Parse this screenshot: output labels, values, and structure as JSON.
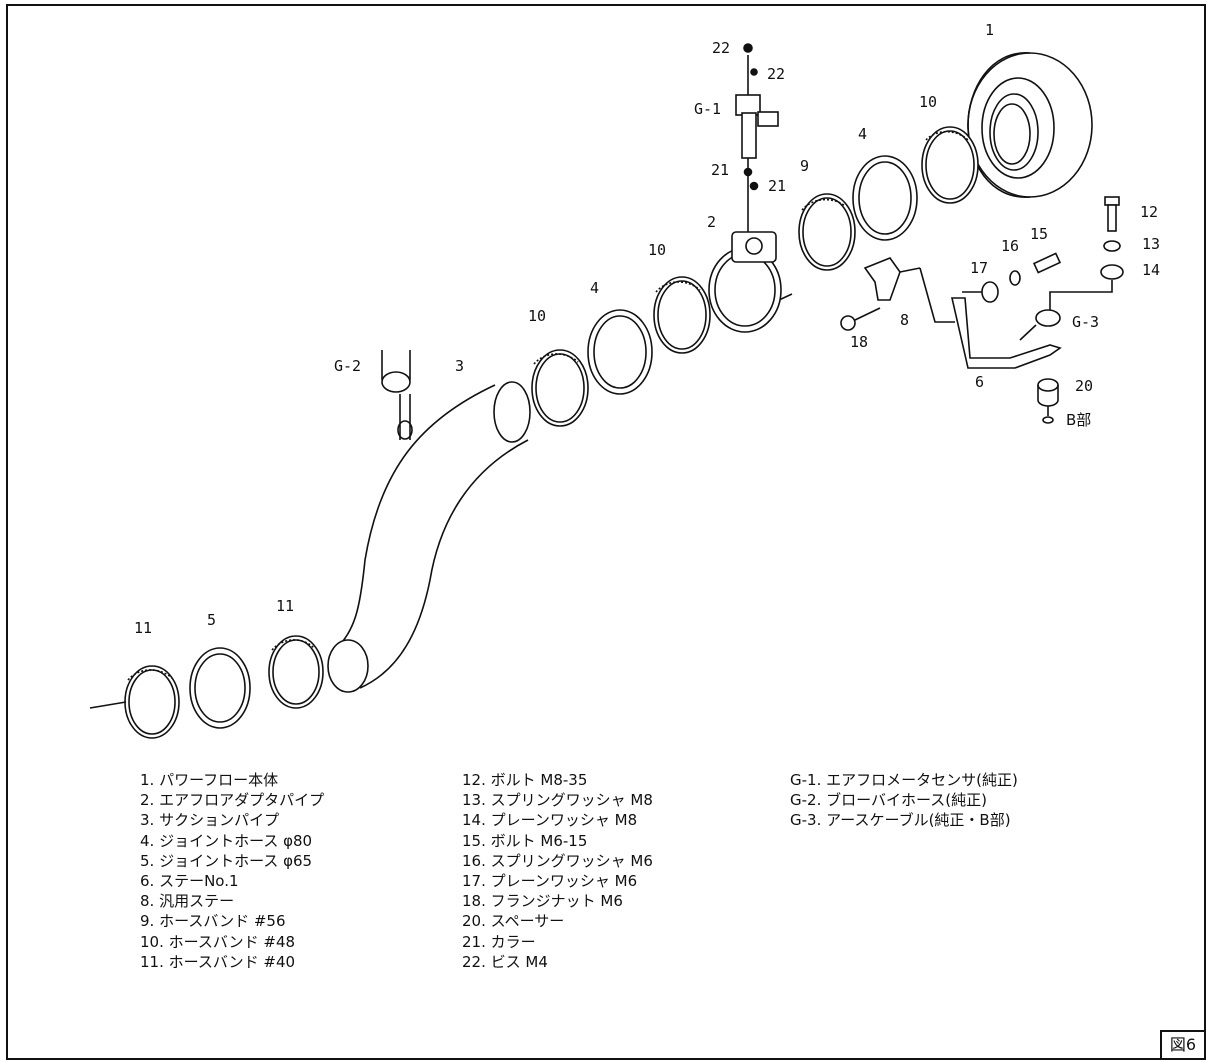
{
  "labels": {
    "p1": "1",
    "p2": "2",
    "p3": "3",
    "p4a": "4",
    "p4b": "4",
    "p5": "5",
    "p6": "6",
    "p8": "8",
    "p9": "9",
    "p10a": "10",
    "p10b": "10",
    "p10c": "10",
    "p11a": "11",
    "p11b": "11",
    "p12": "12",
    "p13": "13",
    "p14": "14",
    "p15": "15",
    "p16": "16",
    "p17": "17",
    "p18": "18",
    "p20": "20",
    "p21a": "21",
    "p21b": "21",
    "p22a": "22",
    "p22b": "22",
    "g1": "G-1",
    "g2": "G-2",
    "g3": "G-3",
    "b_part": "B部"
  },
  "legend": {
    "col1": [
      "1. パワーフロー本体",
      "2. エアフロアダプタパイプ",
      "3. サクションパイプ",
      "4. ジョイントホース  φ80",
      "5. ジョイントホース  φ65",
      "6. ステーNo.1",
      "8. 汎用ステー",
      "9. ホースバンド  #56",
      "10. ホースバンド  #48",
      "11. ホースバンド  #40"
    ],
    "col2": [
      "12. ボルト  M8-35",
      "13. スプリングワッシャ  M8",
      "14. プレーンワッシャ  M8",
      "15. ボルト  M6-15",
      "16. スプリングワッシャ  M6",
      "17. プレーンワッシャ  M6",
      "18. フランジナット  M6",
      "20. スペーサー",
      "21. カラー",
      "22. ビス  M4"
    ],
    "col3": [
      "G-1. エアフロメータセンサ(純正)",
      "G-2. ブローバイホース(純正)",
      "G-3. アースケーブル(純正・B部)"
    ]
  },
  "figure_label": "図6"
}
